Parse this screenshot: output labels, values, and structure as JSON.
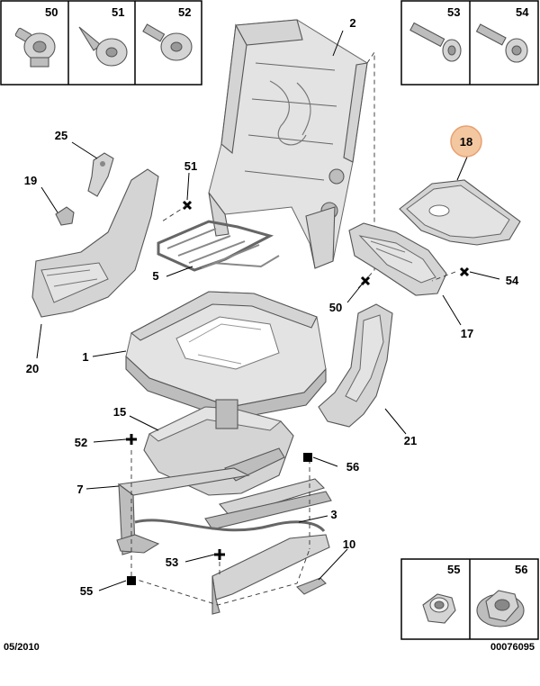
{
  "hardware_boxes": {
    "top_left": [
      "50",
      "51",
      "52"
    ],
    "top_right": [
      "53",
      "54"
    ],
    "bottom_right": [
      "55",
      "56"
    ]
  },
  "callouts": {
    "p1": "1",
    "p2": "2",
    "p3": "3",
    "p5": "5",
    "p7": "7",
    "p10": "10",
    "p15": "15",
    "p17": "17",
    "p18": "18",
    "p19": "19",
    "p20": "20",
    "p21": "21",
    "p25": "25",
    "p50": "50",
    "p51": "51",
    "p52": "52",
    "p53": "53",
    "p54": "54",
    "p55": "55",
    "p56": "56"
  },
  "highlight_color": "#f3c7a0",
  "footer": {
    "date": "05/2010",
    "ref": "00076095"
  }
}
